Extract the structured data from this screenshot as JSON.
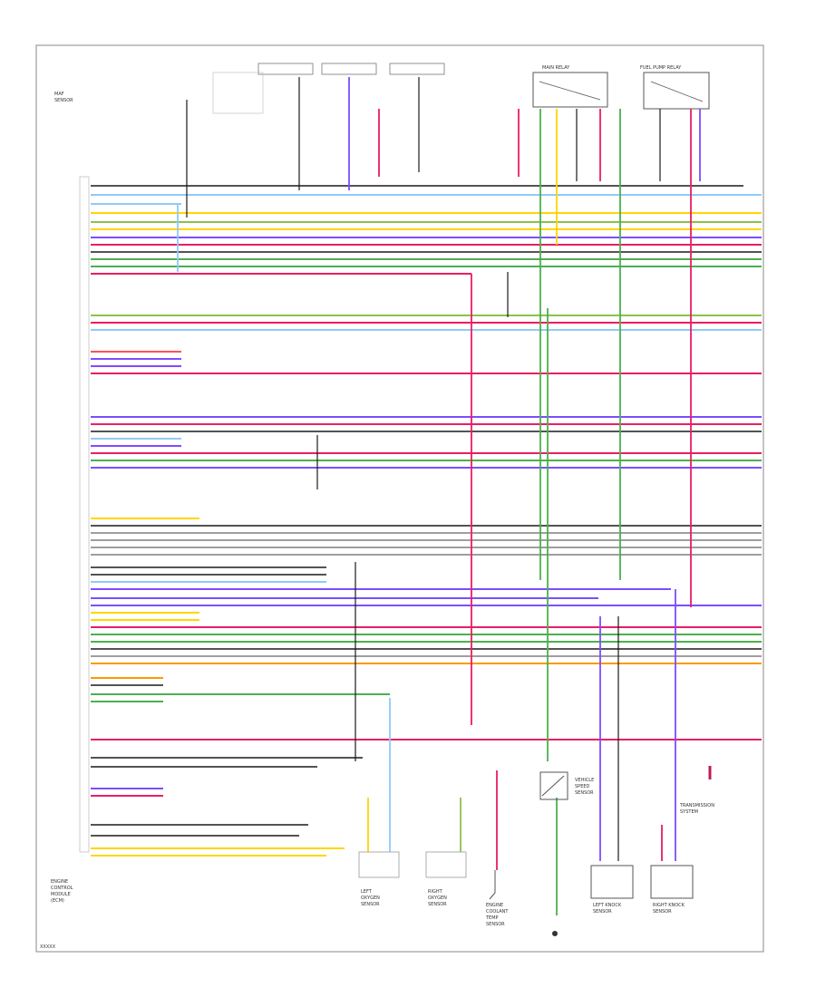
{
  "diagram": {
    "module_label": [
      "ENGINE",
      "CONTROL",
      "MODULE",
      "(ECM)"
    ],
    "bottom_left_code": "XXXXX",
    "wires": [
      {
        "color": "#1a1a1a"
      },
      {
        "color": "#e91e63"
      },
      {
        "color": "#7c4dff"
      },
      {
        "color": "#4caf50"
      },
      {
        "color": "#ffd600"
      },
      {
        "color": "#ff9800"
      },
      {
        "color": "#90caf9"
      },
      {
        "color": "#ff5252"
      },
      {
        "color": "#9e9e9e"
      },
      {
        "color": "#8bc34a"
      }
    ],
    "components": {
      "sensor_top_left": [
        "MAF",
        "SENSOR"
      ],
      "relay_top_right_1": [
        "MAIN RELAY"
      ],
      "relay_top_right_2": [
        "FUEL PUMP RELAY"
      ],
      "bottom_1": [
        "LEFT",
        "OXYGEN",
        "SENSOR"
      ],
      "bottom_2": [
        "RIGHT",
        "OXYGEN",
        "SENSOR"
      ],
      "bottom_3": [
        "ENGINE",
        "COOLANT",
        "TEMP",
        "SENSOR"
      ],
      "bottom_4": [
        "VEHICLE",
        "SPEED",
        "SENSOR"
      ],
      "bottom_5": [
        "LEFT KNOCK",
        "SENSOR"
      ],
      "bottom_6": [
        "RIGHT KNOCK",
        "SENSOR"
      ],
      "bottom_7": [
        "TRANSMISSION",
        "SYSTEM"
      ]
    }
  }
}
